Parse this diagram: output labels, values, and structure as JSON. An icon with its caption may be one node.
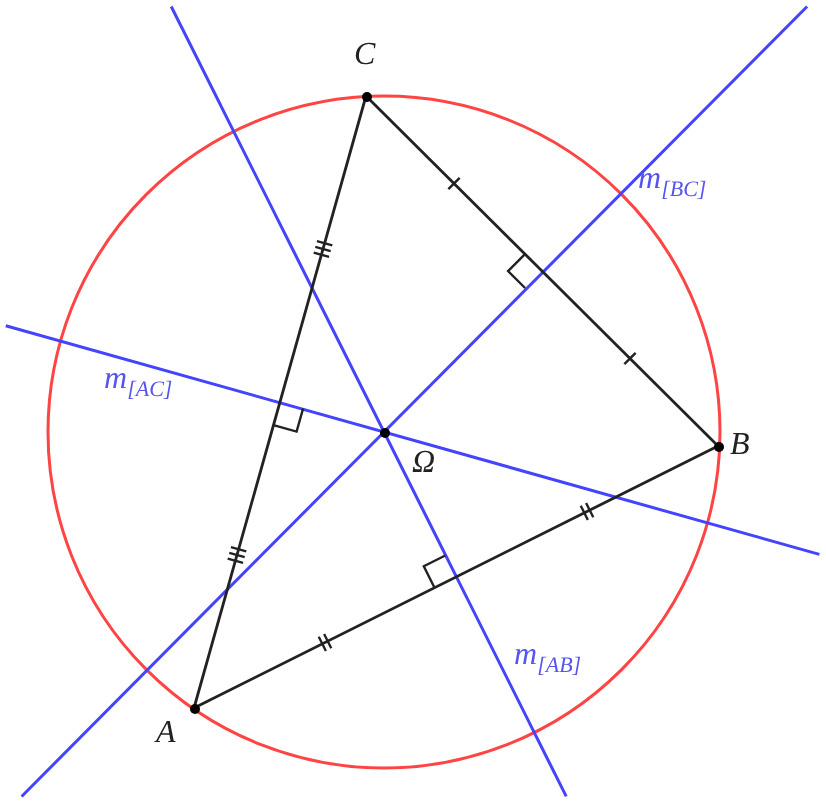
{
  "diagram": {
    "nodes": [
      {
        "text": [
          "C"
        ]
      },
      {
        "text": [
          "B"
        ]
      },
      {
        "text": [
          "A"
        ]
      },
      {
        "text": [
          "Ω"
        ]
      }
    ],
    "edges": [
      {
        "from": 2,
        "to": 1,
        "arrow": "none"
      },
      {
        "from": 1,
        "to": 0,
        "arrow": "none"
      },
      {
        "from": 0,
        "to": 2,
        "arrow": "none"
      }
    ],
    "labels": [
      "m$_{[BC]}$",
      "m$_{[AC]}$",
      "m$_{[AB]}$"
    ]
  }
}
